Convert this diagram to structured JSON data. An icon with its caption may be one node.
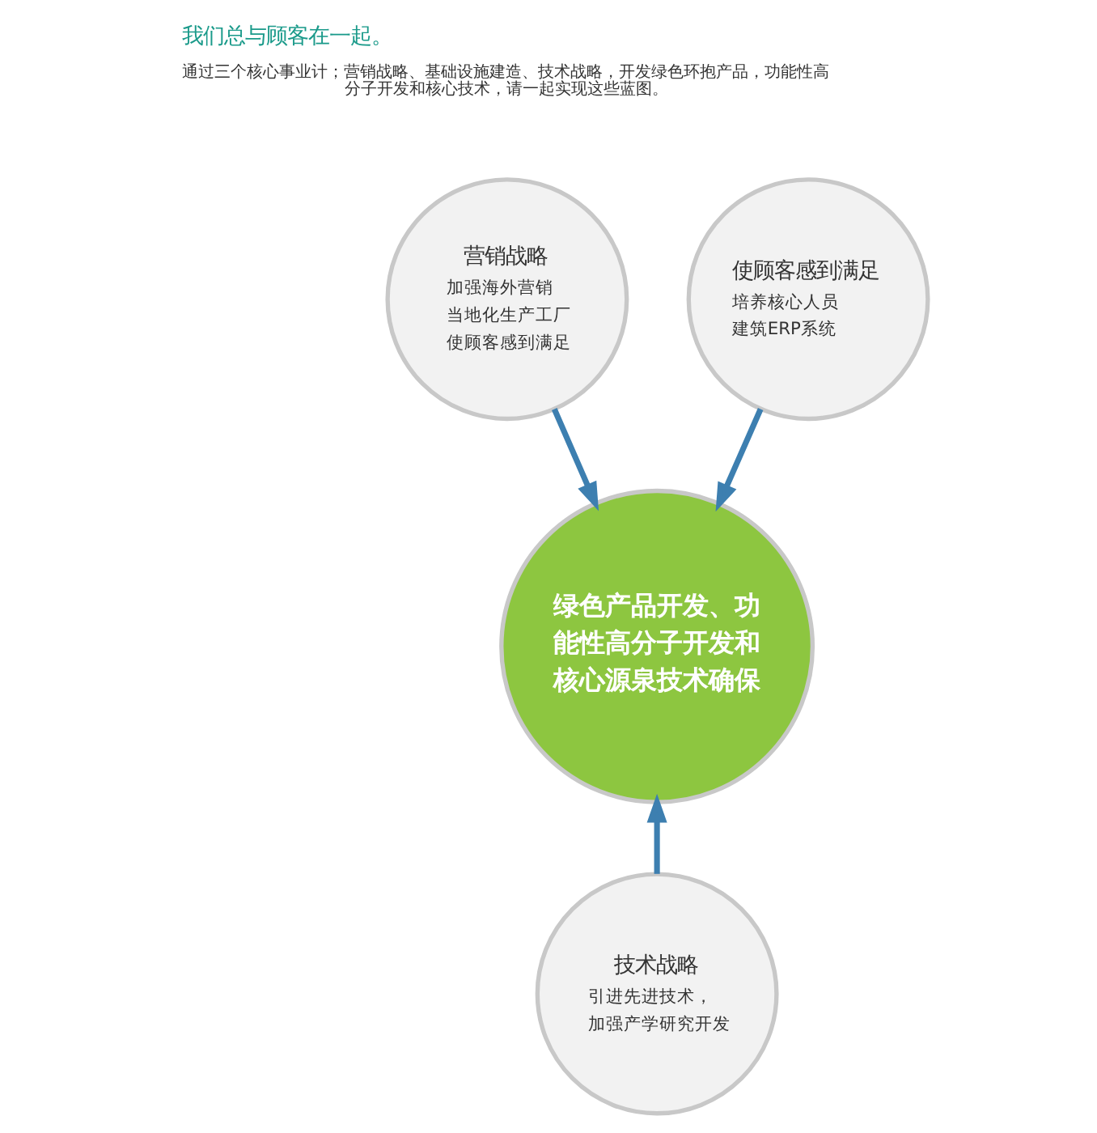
{
  "diagram": {
    "title": "我们总与顾客在一起。",
    "nodes": [
      {
        "text": [
          "绿色产品开发、功能性高分子开发和核心源泉技术确保"
        ]
      },
      {
        "text": [
          "营销战略",
          "加强海外营销",
          "当地化生产工厂",
          "使顾客感到满足"
        ]
      },
      {
        "text": [
          "使顾客感到满足",
          "培养核心人员",
          "建筑ERP系统"
        ]
      },
      {
        "text": [
          "技术战略",
          "引进先进技术，",
          "加强产学研究开发"
        ]
      }
    ],
    "edges": [
      {
        "from": 1,
        "to": 0,
        "arrow": "to"
      },
      {
        "from": 2,
        "to": 0,
        "arrow": "to"
      },
      {
        "from": 3,
        "to": 0,
        "arrow": "to"
      }
    ],
    "labels": [
      "通过三个核心事业计；营销战略、基础设施建造、技术战略，开发绿色环抱产品，功能性高分子开发和核心技术，请一起实现这些蓝图。"
    ]
  }
}
